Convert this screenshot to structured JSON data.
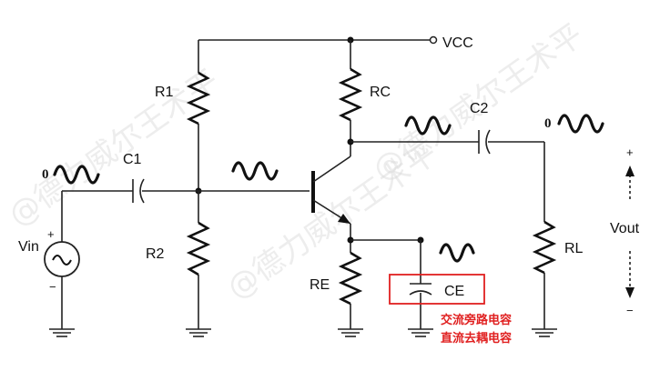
{
  "labels": {
    "vcc": "VCC",
    "r1": "R1",
    "r2": "R2",
    "rc": "RC",
    "re": "RE",
    "rl": "RL",
    "c1": "C1",
    "c2": "C2",
    "ce": "CE",
    "vin": "Vin",
    "vout": "Vout",
    "vin_plus": "+",
    "vin_minus": "−",
    "vout_plus": "+",
    "vout_minus": "−",
    "zero_in": "0",
    "zero_out": "0"
  },
  "annotation": {
    "line1": "交流旁路电容",
    "line2": "直流去耦电容",
    "color": "#e02020"
  },
  "watermark": {
    "text": "@德力威尔王术平"
  }
}
